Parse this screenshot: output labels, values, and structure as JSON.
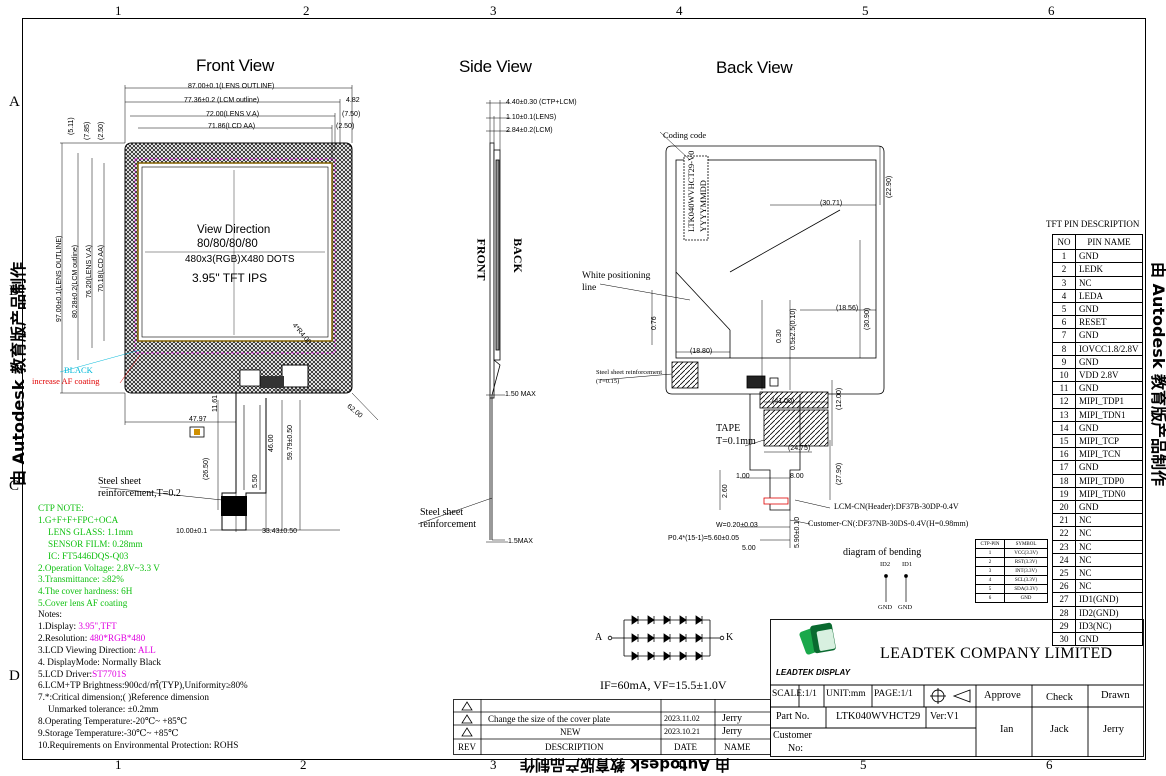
{
  "grid": {
    "top_numbers": [
      "1",
      "2",
      "3",
      "4",
      "5",
      "6"
    ],
    "bottom_numbers": [
      "1",
      "2",
      "3",
      "4",
      "5",
      "6"
    ],
    "side_letters": [
      "A",
      "B",
      "C",
      "D"
    ]
  },
  "watermark": "由 Autodesk 教育版产品制作",
  "views": {
    "front": "Front View",
    "side": "Side View",
    "back": "Back View"
  },
  "front_view": {
    "view_direction_label": "View Direction",
    "view_direction_value": "80/80/80/80",
    "resolution": "480x3(RGB)X480 DOTS",
    "panel": "3.95\" TFT IPS",
    "black_label": "BLACK",
    "af_label": "increase AF coating",
    "steel_label_1": "Steel sheet",
    "steel_label_2": "reinforcement,T=0.2",
    "dims": {
      "lens_outline_w": "87.00±0.1(LENS OUTLINE)",
      "lcm_outline_w": "77.36±0.2 (LCM outline)",
      "lens_va_w": "72.00(LENS V.A)",
      "lcd_aa_w": "71.86(LCD AA)",
      "d482": "4.82",
      "d750a": "(7.50)",
      "d250a": "(2.50)",
      "d511": "(5.11)",
      "d785": "(7.85)",
      "d250b": "(2.50)",
      "lens_outline_h": "97.00±0.1(LENS OUTLINE)",
      "lcm_outline_h": "80.28±0.2(LCM outline)",
      "lens_va_h": "76.20(LENS V.A)",
      "lcd_aa_h": "70.18(LCD AA)",
      "radius": "4*R4.00",
      "d4797": "47.97",
      "d1161": "11.61",
      "d4600": "46.00",
      "d5979": "59.79±0.50",
      "d2650": "(26.50)",
      "d550": "5.50",
      "d1000": "10.00±0.1",
      "d3343": "33.43±0.50",
      "d6200": "62.00"
    }
  },
  "ctp_note": {
    "title": "CTP NOTE:",
    "lines": [
      "1.G+F+F+FPC+OCA",
      "  LENS GLASS: 1.1mm",
      "  SENSOR FILM: 0.28mm",
      "  IC: FT5446DQS-Q03",
      "2.Operation Voltage: 2.8V~3.3 V",
      "3.Transmittance: ≥82%",
      "4.The cover hardness: 6H",
      "5.Cover lens AF coating"
    ]
  },
  "notes": {
    "title": "Notes:",
    "display_label": "1.Display: ",
    "display_value": "3.95\",TFT",
    "resolution_label": "2.Resolution: ",
    "resolution_value": "480*RGB*480",
    "viewing_label": "3.LCD Viewing Direction: ",
    "viewing_value": "ALL",
    "mode": "4. DisplayMode: Normally Black",
    "driver_label": "5.LCD Driver:",
    "driver_value": "ST7701S",
    "brightness": "6.LCM+TP Brightness:900cd/㎡(TYP),Uniformity≥80%",
    "critical": "7.*:Critical dimension;( )Reference dimension",
    "tolerance": "  Unmarked tolerance: ±0.2mm",
    "op_temp": "8.Operating Temperature:-20℃~ +85℃",
    "st_temp": "9.Storage Temperature:-30℃~ +85℃",
    "env": "10.Requirements on Environmental Protection: ROHS"
  },
  "side_view": {
    "front_label": "FRONT",
    "back_label": "BACK",
    "d440": "4.40±0.30 (CTP+LCM)",
    "d110": "1.10±0.1(LENS)",
    "d284": "2.84±0.2(LCM)",
    "d150": "1.50 MAX",
    "d15": "1.5MAX",
    "steel_label_1": "Steel sheet",
    "steel_label_2": "reinforcement"
  },
  "back_view": {
    "coding_code": "Coding code",
    "code_text": "LTK040WVHCT29-V0",
    "code_text2": "YYYYMMDD",
    "white_pos_1": "White positioning",
    "white_pos_2": "line",
    "steel_rein": "Steel sheet reinforcement",
    "steel_t": "(T=0.15)",
    "tape_1": "TAPE",
    "tape_2": "T=0.1mm",
    "lcm_cn": "LCM-CN(Header):DF37B-30DP-0.4V",
    "customer_cn": "Customer-CN(:DF37NB-30DS-0.4V(H=0.98mm)",
    "dims": {
      "d3071": "(30.71)",
      "d2290": "(22.90)",
      "d1856": "(18.56)",
      "d3090": "(30.90)",
      "d076": "0.76",
      "d1880": "(18.80)",
      "d030": "0.30",
      "d05": "0.5±2.5(0.10)",
      "d4100": "(41.00)",
      "d1200": "(12.00)",
      "d2475": "(24.75)",
      "d2790": "(27.90)",
      "d260": "2.60",
      "d100": "1.00",
      "d800": "8.00",
      "w020": "W=0.20±0.03",
      "p04": "P0.4*(15-1)=5.60±0.05",
      "d500": "5.00",
      "d590": "5.90±0.10"
    }
  },
  "bending": {
    "title": "diagram of bending",
    "id2": "ID2",
    "id1": "ID1",
    "gnd": "GND"
  },
  "led": {
    "anode": "A",
    "cathode": "K",
    "spec": "IF=60mA, VF=15.5±1.0V"
  },
  "tft_pins": {
    "title": "TFT PIN DESCRIPTION",
    "headers": [
      "NO",
      "PIN NAME"
    ],
    "rows": [
      [
        "1",
        "GND"
      ],
      [
        "2",
        "LEDK"
      ],
      [
        "3",
        "NC"
      ],
      [
        "4",
        "LEDA"
      ],
      [
        "5",
        "GND"
      ],
      [
        "6",
        "RESET"
      ],
      [
        "7",
        "GND"
      ],
      [
        "8",
        "IOVCC1.8/2.8V"
      ],
      [
        "9",
        "GND"
      ],
      [
        "10",
        "VDD 2.8V"
      ],
      [
        "11",
        "GND"
      ],
      [
        "12",
        "MIPI_TDP1"
      ],
      [
        "13",
        "MIPI_TDN1"
      ],
      [
        "14",
        "GND"
      ],
      [
        "15",
        "MIPI_TCP"
      ],
      [
        "16",
        "MIPI_TCN"
      ],
      [
        "17",
        "GND"
      ],
      [
        "18",
        "MIPI_TDP0"
      ],
      [
        "19",
        "MIPI_TDN0"
      ],
      [
        "20",
        "GND"
      ],
      [
        "21",
        "NC"
      ],
      [
        "22",
        "NC"
      ],
      [
        "23",
        "NC"
      ],
      [
        "24",
        "NC"
      ],
      [
        "25",
        "NC"
      ],
      [
        "26",
        "NC"
      ],
      [
        "27",
        "ID1(GND)"
      ],
      [
        "28",
        "ID2(GND)"
      ],
      [
        "29",
        "ID3(NC)"
      ],
      [
        "30",
        "GND"
      ]
    ]
  },
  "ctp_pins": {
    "headers": [
      "CTP-PIN",
      "SYMBOL"
    ],
    "rows": [
      [
        "1",
        "VCC(3.3V)"
      ],
      [
        "2",
        "RST(3.3V)"
      ],
      [
        "3",
        "INT(3.3V)"
      ],
      [
        "4",
        "SCL(3.3V)"
      ],
      [
        "5",
        "SDA(3.3V)"
      ],
      [
        "6",
        "GND"
      ]
    ]
  },
  "revision": {
    "headers": [
      "REV",
      "DESCRIPTION",
      "DATE",
      "NAME"
    ],
    "rows": [
      [
        "Change the size of the cover plate",
        "2023.11.02",
        "Jerry"
      ],
      [
        "NEW",
        "2023.10.21",
        "Jerry"
      ],
      [
        "",
        "",
        ""
      ]
    ]
  },
  "title_block": {
    "company": "LEADTEK COMPANY LIMITED",
    "logo_text": "LEADTEK DISPLAY",
    "scale": "SCALE:1/1",
    "unit": "UNIT:mm",
    "page": "PAGE:1/1",
    "part_no_label": "Part No.",
    "part_no": "LTK040WVHCT29",
    "ver": "Ver:V1",
    "customer_label_1": "Customer",
    "customer_label_2": "No:",
    "approve": "Approve",
    "check": "Check",
    "drawn": "Drawn",
    "approve_name": "Ian",
    "check_name": "Jack",
    "drawn_name": "Jerry"
  },
  "colors": {
    "ctp_note": "#10c010",
    "magenta": "#e000e0",
    "cyan": "#00b8d8",
    "red": "#e00000",
    "panel_border": "#806000",
    "logo_green": "#1aa84b"
  }
}
